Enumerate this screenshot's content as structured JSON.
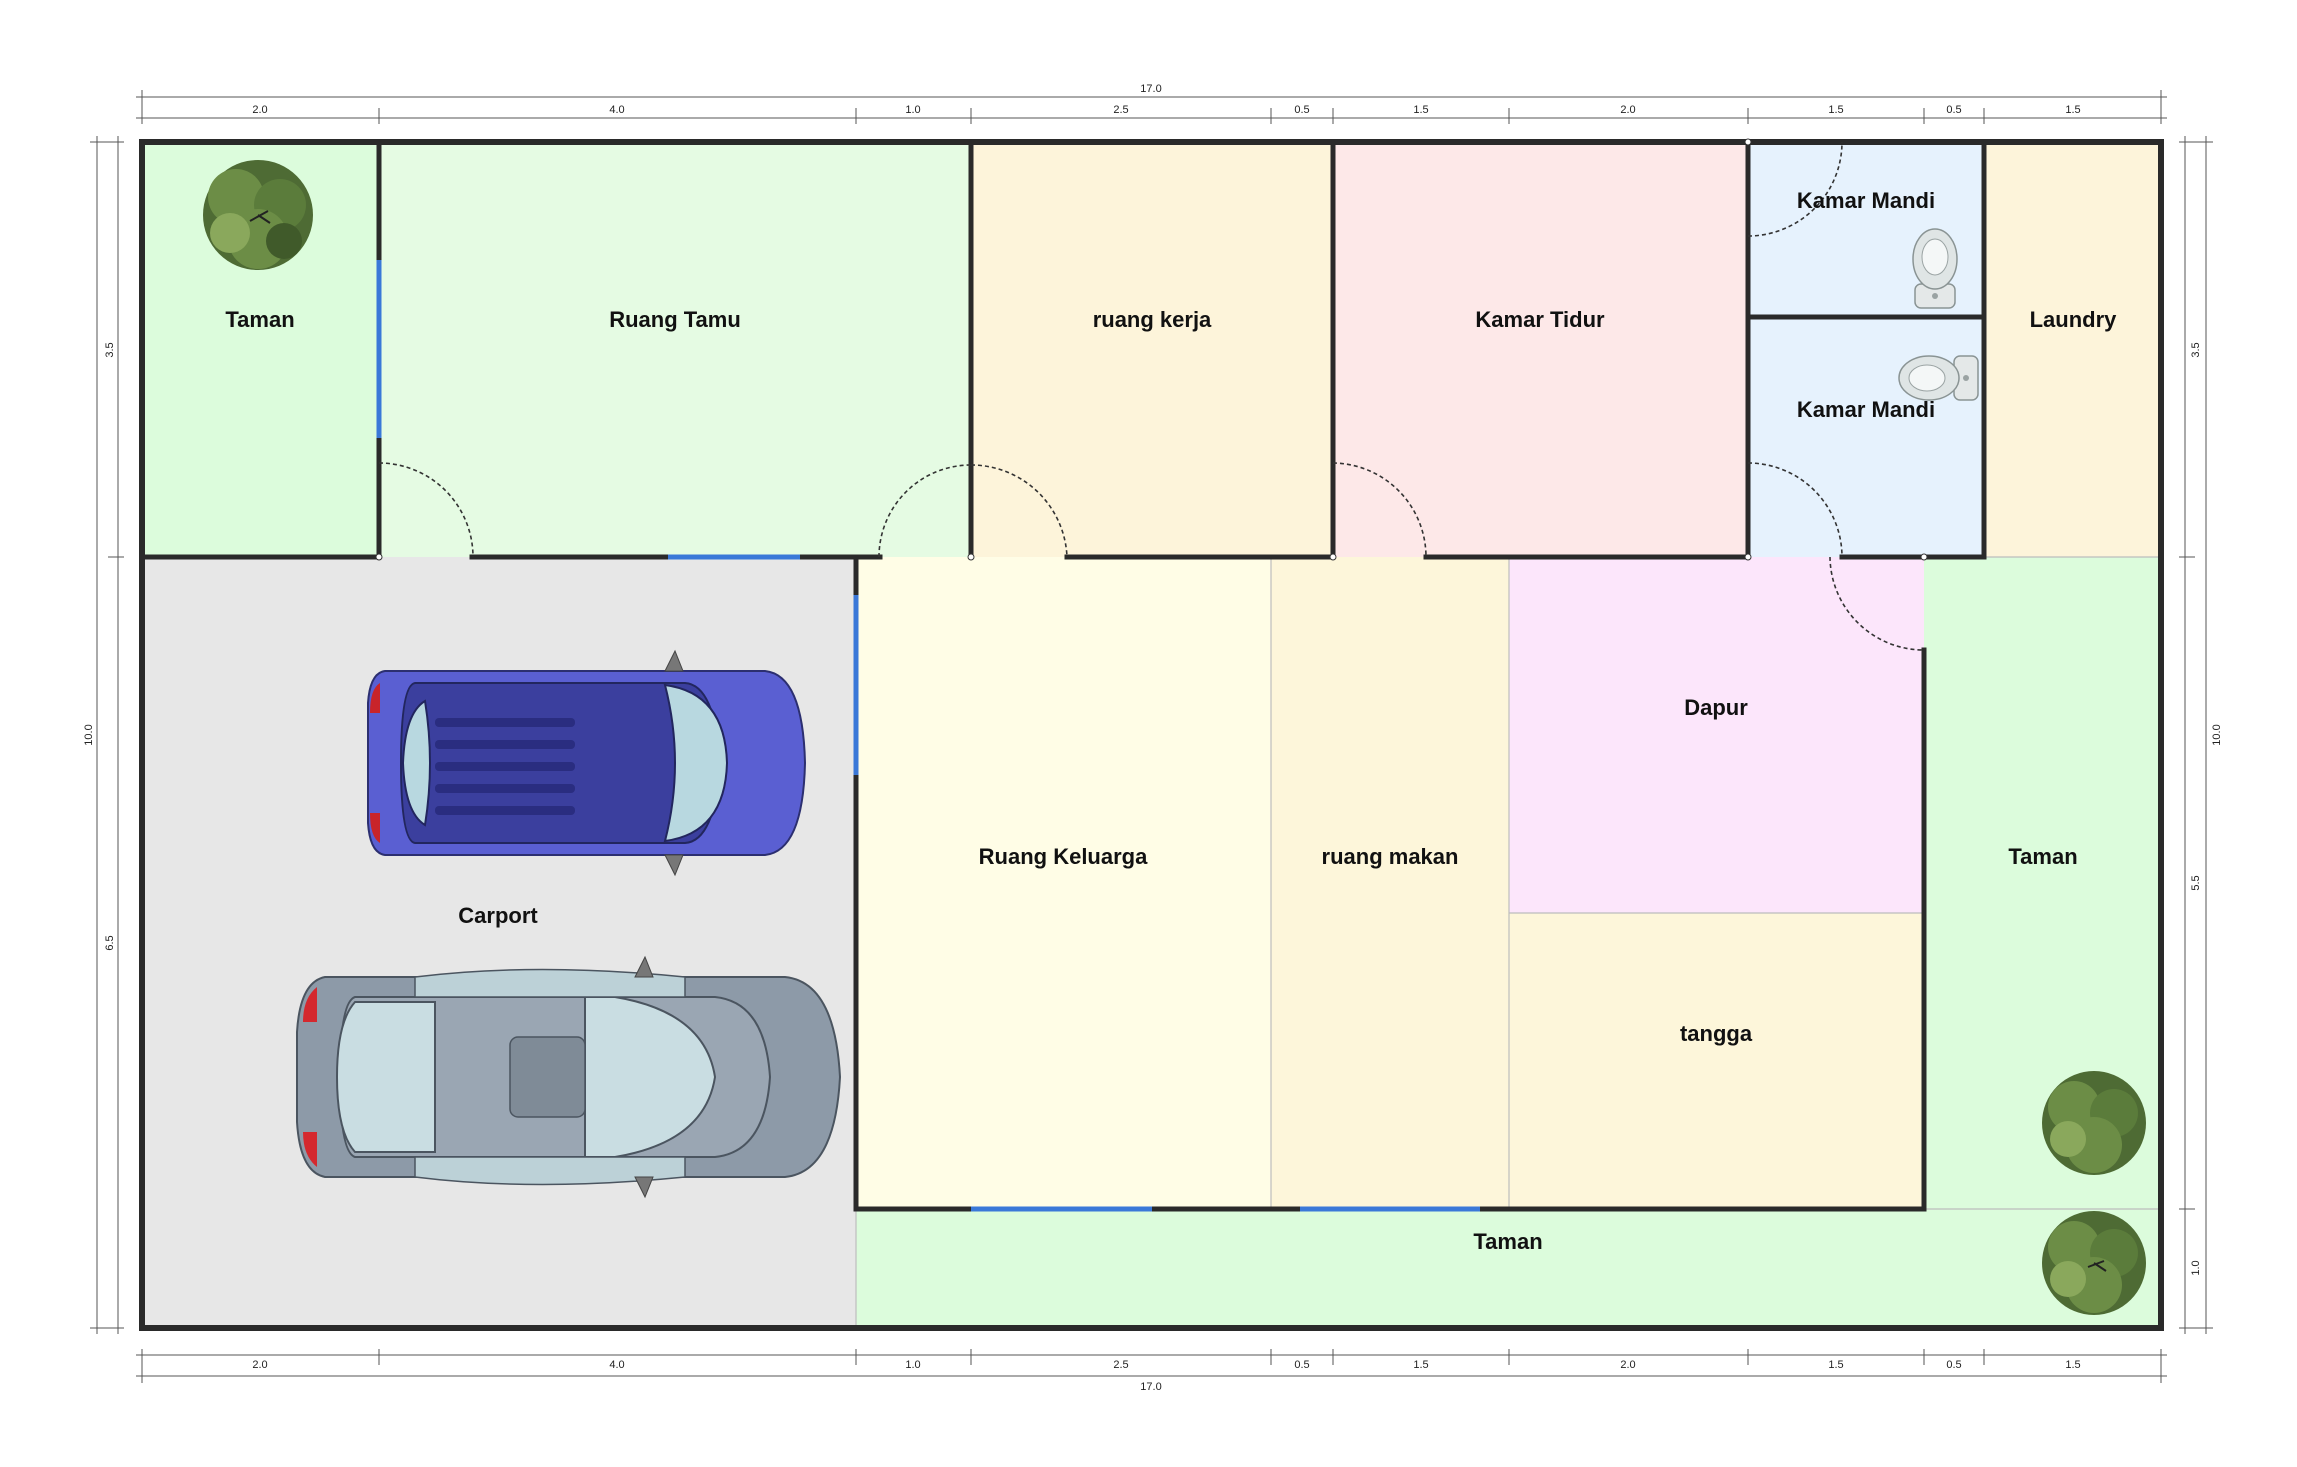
{
  "rooms": {
    "taman_nw": "Taman",
    "ruang_tamu": "Ruang Tamu",
    "ruang_kerja": "ruang kerja",
    "kamar_tidur": "Kamar Tidur",
    "kamar_mandi_1": "Kamar Mandi",
    "kamar_mandi_2": "Kamar Mandi",
    "laundry": "Laundry",
    "carport": "Carport",
    "ruang_keluarga": "Ruang Keluarga",
    "ruang_makan": "ruang makan",
    "dapur": "Dapur",
    "tangga": "tangga",
    "taman_e": "Taman",
    "taman_s": "Taman"
  },
  "dimensions": {
    "top_total": "17.0",
    "bottom_total": "17.0",
    "top": [
      "2.0",
      "4.0",
      "1.0",
      "2.5",
      "0.5",
      "1.5",
      "2.0",
      "1.5",
      "0.5",
      "1.5"
    ],
    "bottom": [
      "2.0",
      "4.0",
      "1.0",
      "2.5",
      "0.5",
      "1.5",
      "2.0",
      "1.5",
      "0.5",
      "1.5"
    ],
    "left_total": "10.0",
    "left": [
      "3.5",
      "6.5"
    ],
    "right_total": "10.0",
    "right": [
      "3.5",
      "5.5",
      "1.0"
    ]
  },
  "colors": {
    "taman": "#dcfcdc",
    "ruang_tamu": "#e5fbe3",
    "ruang_kerja": "#fdf4da",
    "kamar_tidur": "#fde8e8",
    "kamar_mandi": "#e6f2fd",
    "laundry": "#fdf4da",
    "carport": "#e7e7e7",
    "ruang_keluarga": "#fffde6",
    "ruang_makan": "#fdf6da",
    "dapur": "#fce6fb",
    "tangga": "#fdf6da",
    "window": "#3a78d8"
  },
  "icons": [
    "tree-icon",
    "car-icon",
    "toilet-icon"
  ]
}
